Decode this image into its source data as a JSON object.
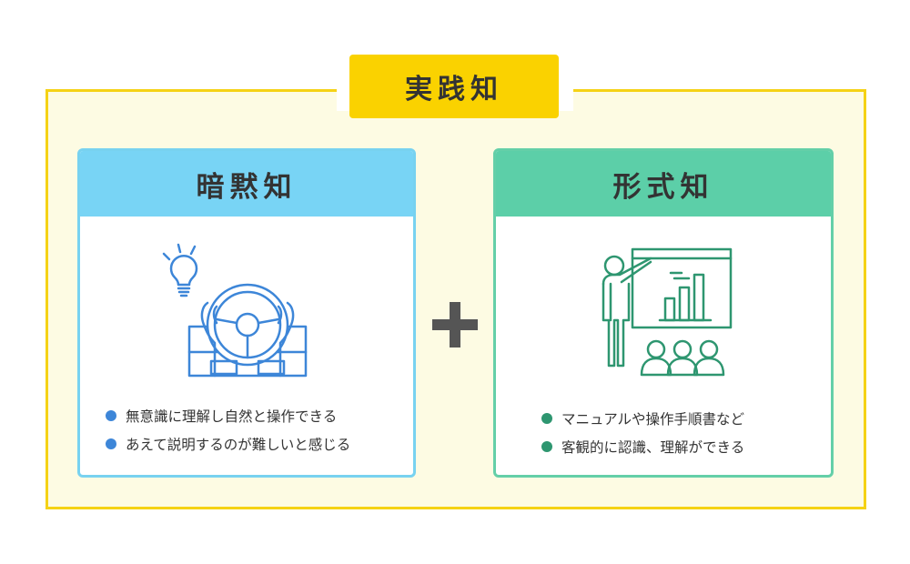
{
  "title": "実践知",
  "tacit": {
    "heading": "暗黙知",
    "icon": "steering-wheel-lightbulb-icon",
    "color": "#3d86d8",
    "bullets": [
      "無意識に理解し自然と操作できる",
      "あえて説明するのが難しいと感じる"
    ]
  },
  "explicit": {
    "heading": "形式知",
    "icon": "presentation-chart-icon",
    "color": "#2e9670",
    "bullets": [
      "マニュアルや操作手順書など",
      "客観的に認識、理解ができる"
    ]
  },
  "operator": "plus-icon"
}
